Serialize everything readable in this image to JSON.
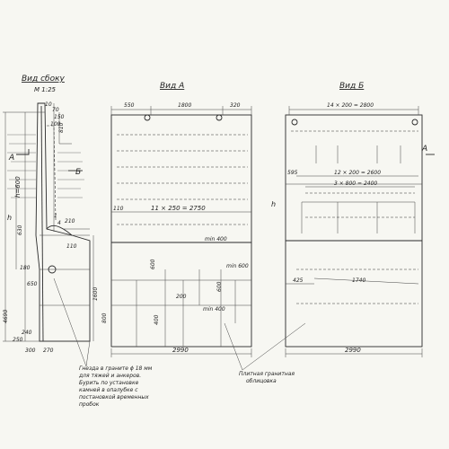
{
  "views": {
    "side": {
      "title": "Вид сбоку",
      "scale": "М 1:25"
    },
    "a": {
      "title": "Вид А"
    },
    "b": {
      "title": "Вид Б"
    }
  },
  "side_dims": {
    "d10": "10",
    "d70": "70",
    "d150": "150",
    "d100": "100",
    "d210": "210",
    "d250": "250",
    "d270": "270",
    "d300": "300",
    "hn600": "h=600",
    "h": "h",
    "d810": "810",
    "d630": "630",
    "d4690": "4690",
    "d180": "180",
    "d650": "650",
    "d240": "240",
    "d1": "1",
    "d4": "4",
    "d110": "110",
    "markA": "А",
    "markB": "Б"
  },
  "view_a_dims": {
    "top_left": "550",
    "top_mid": "1800",
    "top_right": "320",
    "mid_span": "11 × 250 = 2750",
    "left_off": "110",
    "min400": "min 400",
    "min600": "min 600",
    "min_right": "min 400",
    "d600": "600",
    "d800": "800",
    "d1600": "1600",
    "d200": "200",
    "d400": "400",
    "d600b": "600",
    "bottom": "2990"
  },
  "view_b_dims": {
    "top": "14 × 200 = 2800",
    "left_off": "595",
    "row1": "12 × 200 = 2600",
    "row2": "3 × 800 = 2400",
    "d425": "425",
    "d1740": "1740",
    "h": "h",
    "markA": "А",
    "bottom": "2990"
  },
  "notes": {
    "sockets": [
      "Гнезда в граните ϕ 18 мм",
      "для тяжей и анкеров.",
      "Бурить по установке",
      "камней в опалубке с",
      "постановкой временных",
      "пробок"
    ],
    "cladding": [
      "Плитная гранитная",
      "облицовка"
    ]
  }
}
